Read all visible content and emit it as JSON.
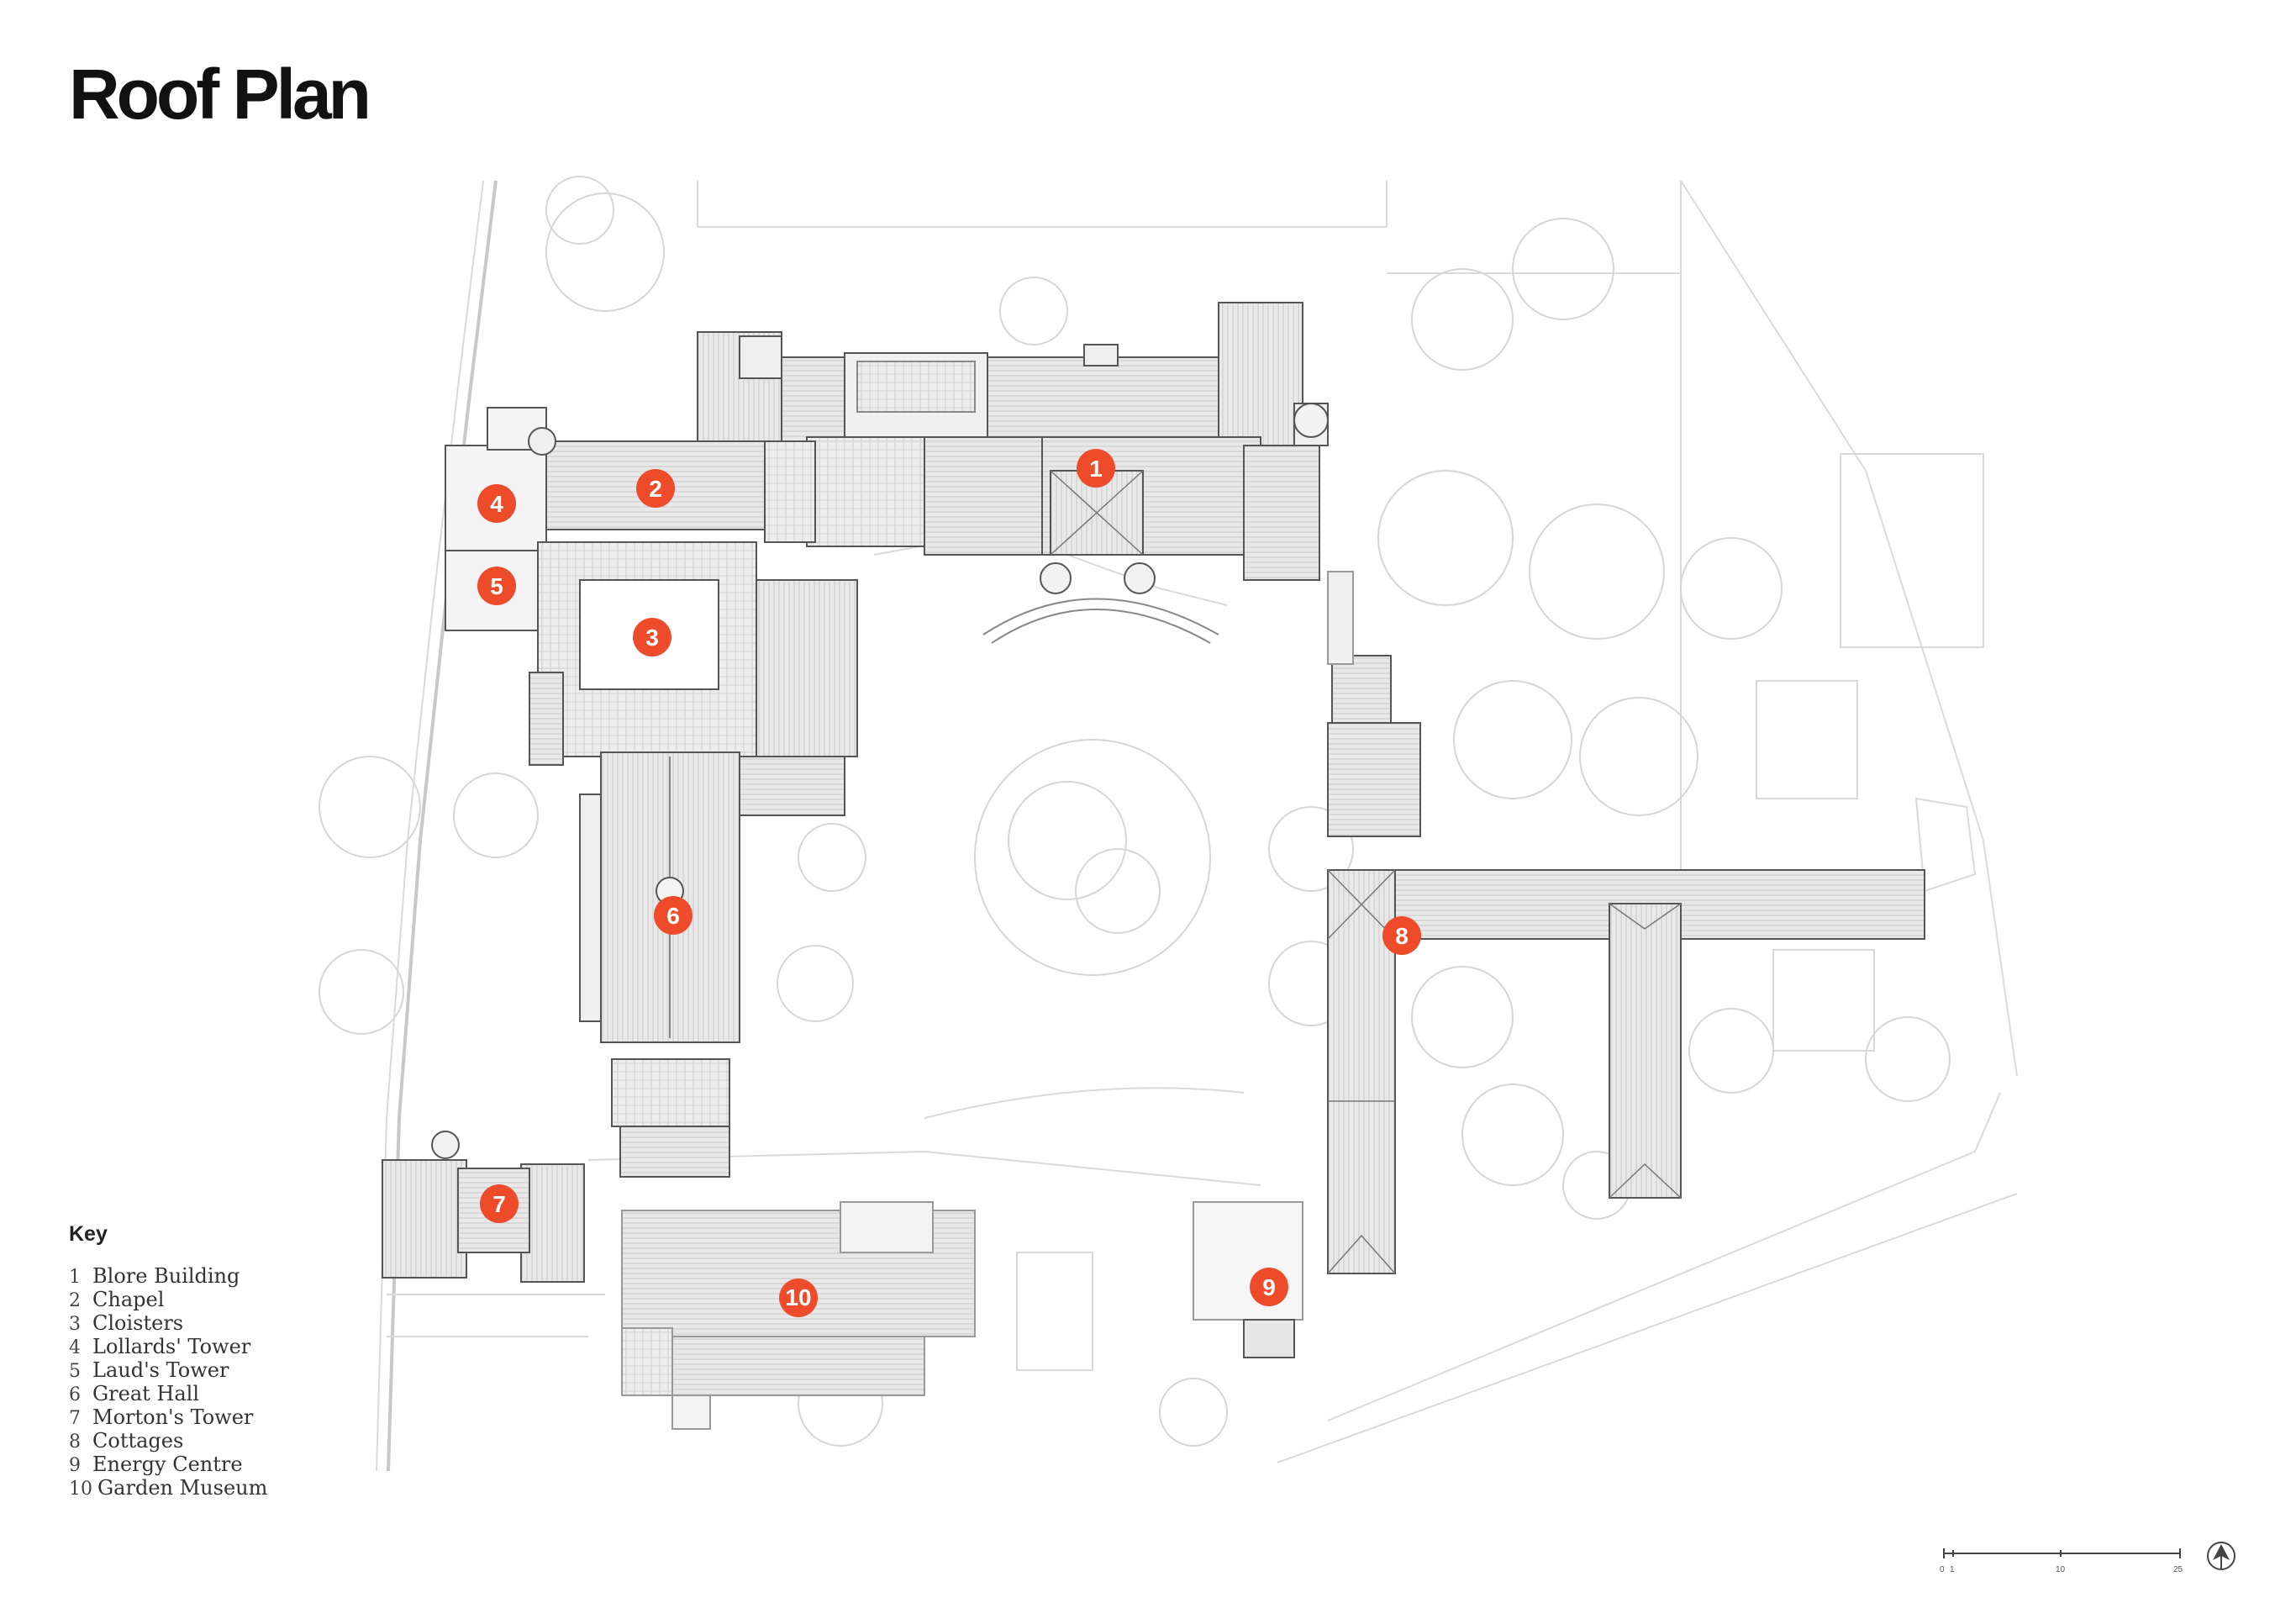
{
  "title": "Roof Plan",
  "key": {
    "heading": "Key",
    "items": [
      {
        "num": "1",
        "label": "Blore Building"
      },
      {
        "num": "2",
        "label": "Chapel"
      },
      {
        "num": "3",
        "label": "Cloisters"
      },
      {
        "num": "4",
        "label": "Lollards' Tower"
      },
      {
        "num": "5",
        "label": "Laud's Tower"
      },
      {
        "num": "6",
        "label": "Great Hall"
      },
      {
        "num": "7",
        "label": "Morton's Tower"
      },
      {
        "num": "8",
        "label": "Cottages"
      },
      {
        "num": "9",
        "label": "Energy Centre"
      },
      {
        "num": "10",
        "label": "Garden Museum"
      }
    ]
  },
  "markers": [
    "1",
    "2",
    "3",
    "4",
    "5",
    "6",
    "7",
    "8",
    "9",
    "10"
  ],
  "scale": {
    "ticks": [
      "0",
      "1",
      "10",
      "25"
    ]
  },
  "colors": {
    "marker": "#ee4b2b",
    "roof": "#e6e6e6",
    "outline": "#555555",
    "context": "#d4d4d4"
  },
  "icons": {
    "north": "north-arrow-icon"
  }
}
